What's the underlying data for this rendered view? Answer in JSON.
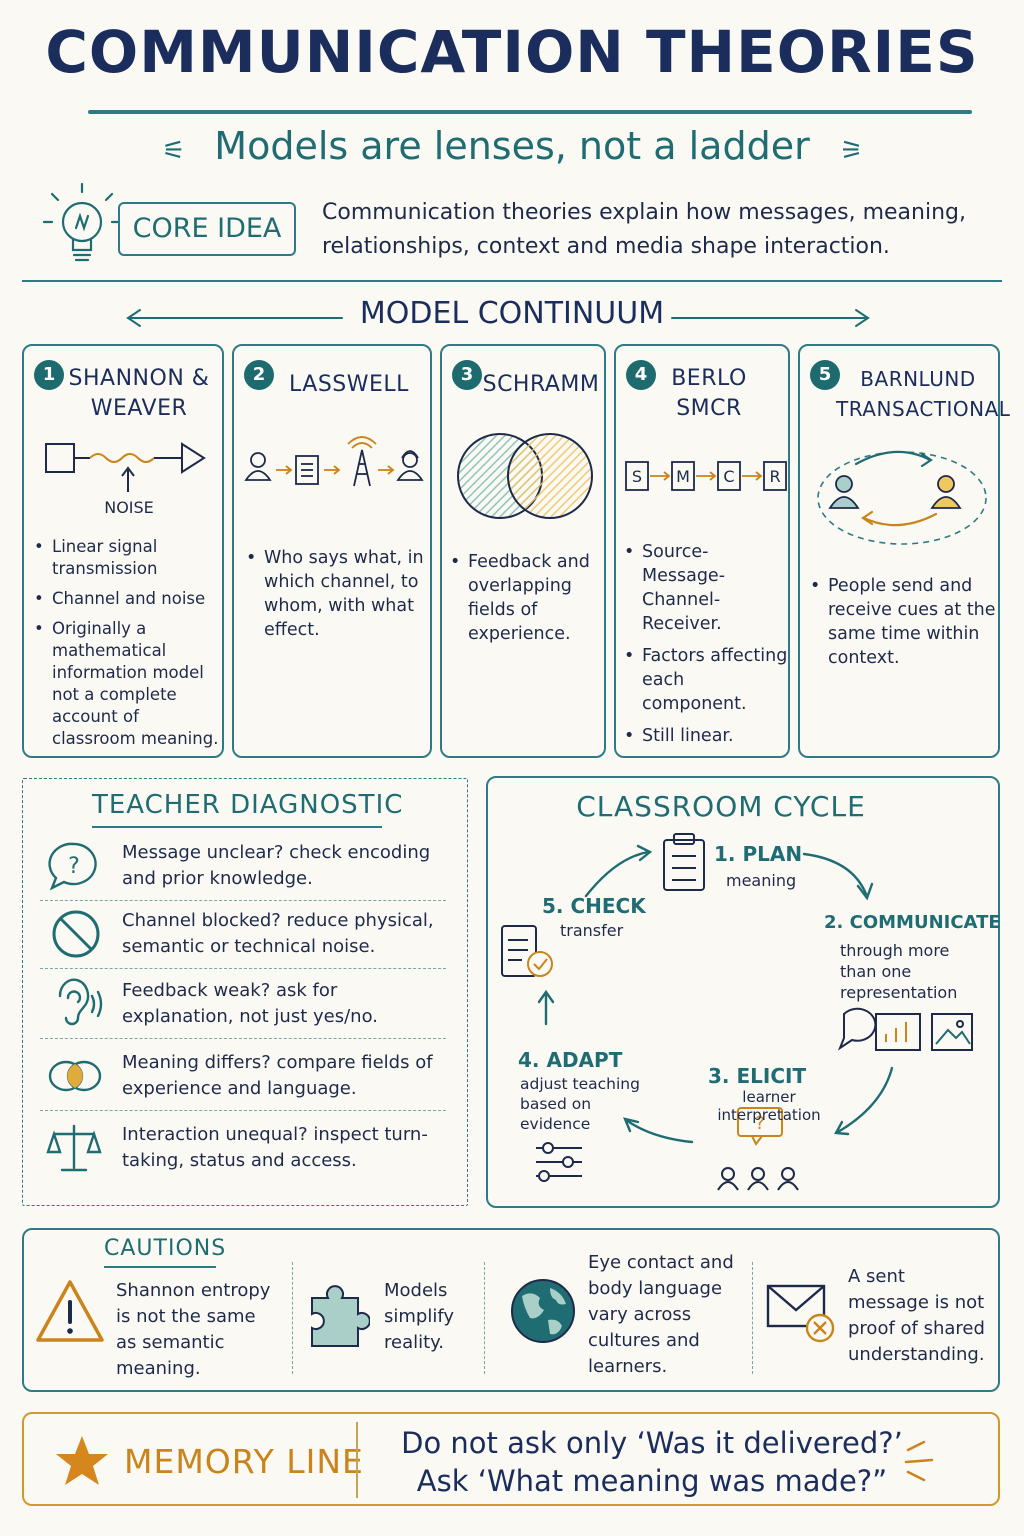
{
  "title": "COMMUNICATION THEORIES",
  "subtitle": "Models are lenses, not a ladder",
  "core_idea": {
    "badge": "CORE IDEA",
    "text": "Communication theories explain how messages, meaning, relationships, context and media shape interaction."
  },
  "continuum": {
    "label": "MODEL CONTINUUM",
    "models": [
      {
        "number": "1",
        "title_line1": "SHANNON &",
        "title_line2": "WEAVER",
        "diagram_label": "NOISE",
        "bullets": [
          "Linear signal transmission",
          "Channel and noise",
          "Originally a mathematical information model not a complete account of classroom meaning."
        ]
      },
      {
        "number": "2",
        "title_line1": "LASSWELL",
        "title_line2": "",
        "bullets": [
          "Who says what, in which channel, to whom, with what effect."
        ]
      },
      {
        "number": "3",
        "title_line1": "SCHRAMM",
        "title_line2": "",
        "bullets": [
          "Feedback and overlapping fields of experience."
        ]
      },
      {
        "number": "4",
        "title_line1": "BERLO",
        "title_line2": "SMCR",
        "smcr": [
          "S",
          "M",
          "C",
          "R"
        ],
        "bullets": [
          "Source-Message-Channel-Receiver.",
          "Factors affecting each component.",
          "Still linear."
        ]
      },
      {
        "number": "5",
        "title_line1": "BARNLUND",
        "title_line2": "TRANSACTIONAL",
        "bullets": [
          "People send and receive cues at the same time within context."
        ]
      }
    ]
  },
  "diagnostic": {
    "title": "TEACHER DIAGNOSTIC",
    "rows": [
      {
        "icon": "question-bubble-icon",
        "text": "Message unclear? check encoding and prior knowledge."
      },
      {
        "icon": "blocked-icon",
        "text": "Channel blocked? reduce physical, semantic or technical noise."
      },
      {
        "icon": "ear-icon",
        "text": "Feedback weak? ask for explanation, not just yes/no."
      },
      {
        "icon": "overlap-bubbles-icon",
        "text": "Meaning differs? compare fields of experience and language."
      },
      {
        "icon": "scales-icon",
        "text": "Interaction unequal? inspect turn-taking, status and access."
      }
    ]
  },
  "cycle": {
    "title": "CLASSROOM CYCLE",
    "steps": [
      {
        "head": "1. PLAN",
        "text": "meaning"
      },
      {
        "head": "2. COMMUNICATE",
        "text": "through more than one representation"
      },
      {
        "head": "3. ELICIT",
        "text": "learner interpretation"
      },
      {
        "head": "4. ADAPT",
        "text": "adjust teaching based on evidence"
      },
      {
        "head": "5. CHECK",
        "text": "transfer"
      }
    ]
  },
  "cautions": {
    "title": "CAUTIONS",
    "items": [
      {
        "icon": "warning-icon",
        "text": "Shannon entropy is not the same as semantic meaning."
      },
      {
        "icon": "puzzle-icon",
        "text": "Models simplify reality."
      },
      {
        "icon": "globe-icon",
        "text": "Eye contact and body language vary across cultures and learners."
      },
      {
        "icon": "envelope-x-icon",
        "text": "A sent message is not proof of shared understanding."
      }
    ]
  },
  "memory": {
    "label": "MEMORY LINE",
    "line1": "Do not ask only ‘Was it delivered?’",
    "line2": "Ask ‘What meaning was made?”"
  }
}
